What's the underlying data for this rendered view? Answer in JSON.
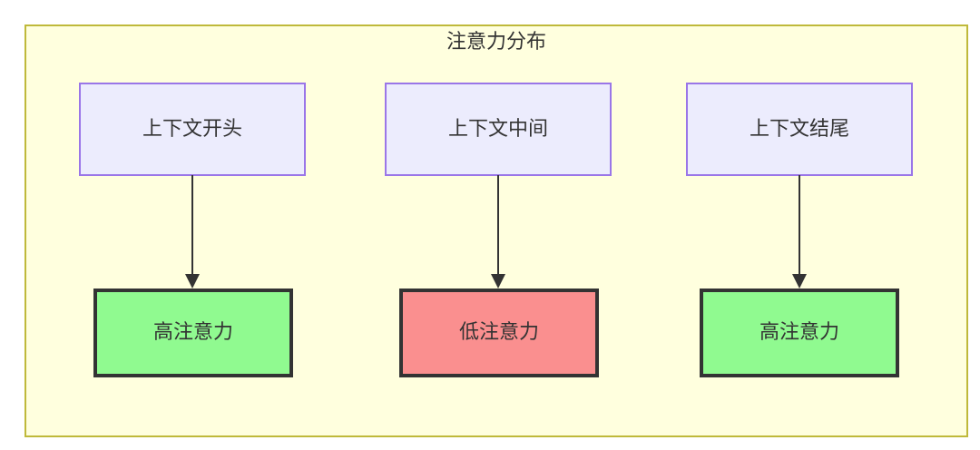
{
  "diagram": {
    "cluster": {
      "title": "注意力分布",
      "fill": "#ffffde",
      "border": "#bfb93a"
    },
    "palette": {
      "context_fill": "#ececfd",
      "context_border": "#9a76e8",
      "high_fill": "#90fa90",
      "low_fill": "#fa8f8f",
      "node_border": "#333333",
      "edge_color": "#333333",
      "text_color": "#333333"
    },
    "columns": [
      {
        "source_label": "上下文开头",
        "target_label": "高注意力",
        "target_state": "high"
      },
      {
        "source_label": "上下文中间",
        "target_label": "低注意力",
        "target_state": "low"
      },
      {
        "source_label": "上下文结尾",
        "target_label": "高注意力",
        "target_state": "high"
      }
    ]
  }
}
